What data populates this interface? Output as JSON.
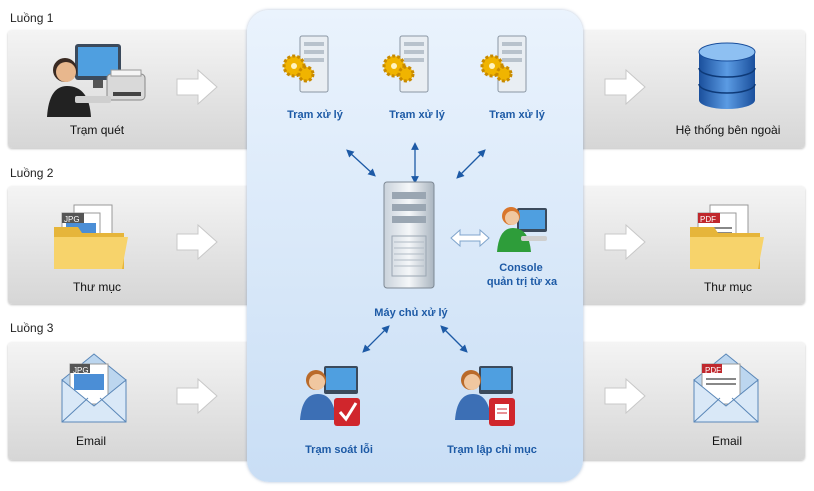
{
  "flows": [
    {
      "label": "Luồng 1",
      "input_label": "Trạm quét",
      "output_label": "Hệ thống bên ngoài"
    },
    {
      "label": "Luồng 2",
      "input_label": "Thư mục",
      "output_label": "Thư mục"
    },
    {
      "label": "Luồng 3",
      "input_label": "Email",
      "output_label": "Email"
    }
  ],
  "center": {
    "processing_stations": [
      "Trạm xử lý",
      "Trạm xử lý",
      "Trạm xử lý"
    ],
    "server_label": "Máy chủ xử lý",
    "console_label_line1": "Console",
    "console_label_line2": "quản trị từ xa",
    "verify_label": "Trạm soát lỗi",
    "index_label": "Trạm lập chỉ mục"
  },
  "badges": {
    "jpg": "JPG",
    "pdf": "PDF"
  },
  "icons": {
    "scanner": "scanner-station-icon",
    "database": "database-icon",
    "folder": "folder-icon",
    "email": "email-icon",
    "server": "server-icon",
    "gear": "gear-icon",
    "user": "user-computer-icon"
  },
  "colors": {
    "accent": "#1d5aa6",
    "panel": "#d3e4f7",
    "band": "#e0e0e0"
  }
}
